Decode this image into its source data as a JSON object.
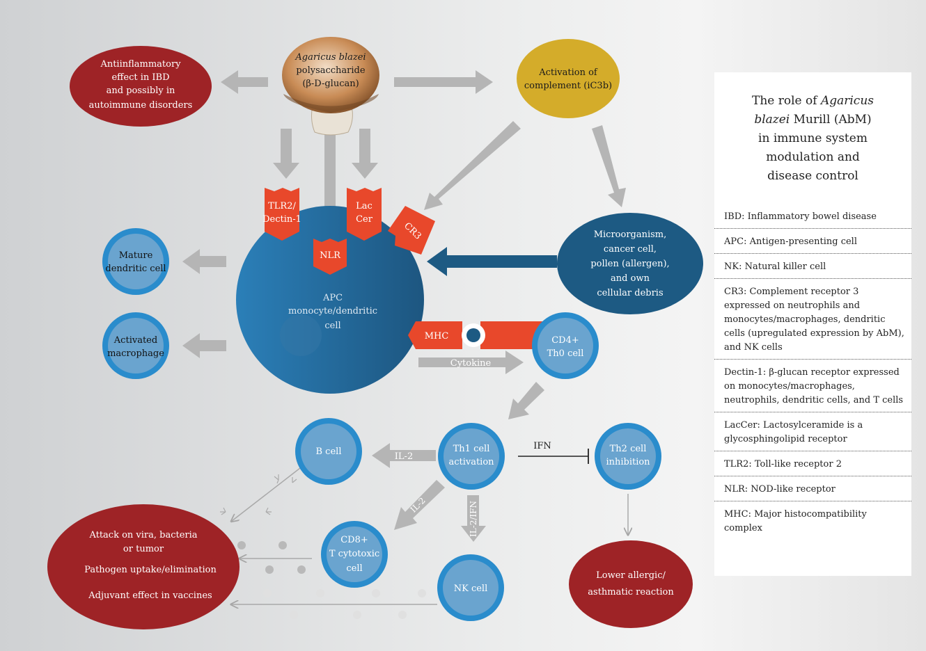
{
  "nodes": {
    "antiinflammatory": [
      "Antiinflammatory",
      "effect in IBD",
      "and possibly in",
      "autoimmune disorders"
    ],
    "mushroom_label": [
      "Agaricus blazei",
      "polysaccharide",
      "(β-D-glucan)"
    ],
    "complement": [
      "Activation of",
      "complement (iC3b)"
    ],
    "tlr2": [
      "TLR2/",
      "Dectin-1"
    ],
    "laccer": [
      "Lac",
      "Cer"
    ],
    "nlr": "NLR",
    "cr3": "CR3",
    "apc": [
      "APC",
      "monocyte/dendritic",
      "cell"
    ],
    "microorganism": [
      "Microorganism,",
      "cancer cell,",
      "pollen (allergen),",
      "and own",
      "cellular debris"
    ],
    "mature_dc": [
      "Mature",
      "dendritic cell"
    ],
    "activated_macrophage": [
      "Activated",
      "macrophage"
    ],
    "mhc": "MHC",
    "cd4": [
      "CD4+",
      "Th0 cell"
    ],
    "cytokine": "Cytokine",
    "b_cell": "B cell",
    "th1": [
      "Th1 cell",
      "activation"
    ],
    "th2": [
      "Th2 cell",
      "inhibition"
    ],
    "ifn": "IFN",
    "il2_b": "IL-2",
    "il2_cd8": "IL-2",
    "il2_ifn": "IL-2/IFN",
    "cd8": [
      "CD8+",
      "T cytotoxic",
      "cell"
    ],
    "nk": "NK cell",
    "attack": [
      "Attack on vira, bacteria",
      "or tumor",
      "Pathogen uptake/elimination",
      "Adjuvant effect in vaccines"
    ],
    "allergic": [
      "Lower allergic/",
      "asthmatic reaction"
    ]
  },
  "legend": {
    "title": [
      "The role of",
      "Agaricus",
      "blazei",
      "Murill (AbM)",
      "in immune system",
      "modulation and",
      "disease control"
    ],
    "items": [
      "IBD: Inflammatory bowel disease",
      "APC: Antigen-presenting cell",
      "NK: Natural killer cell",
      "CR3: Complement receptor 3 expressed on neutrophils and monocytes/macrophages, dendritic cells (upregulated expression by AbM), and NK cells",
      "Dectin-1: β-glucan receptor expressed on monocytes/macrophages, neutrophils, dendritic cells, and T cells",
      "LacCer: Lactosylceramide is a glycosphingolipid receptor",
      "TLR2: Toll-like receptor 2",
      "NLR: NOD-like receptor",
      "MHC: Major histocompatibility complex"
    ]
  },
  "colors": {
    "dark_red": "#9e2326",
    "gold": "#d4ac2a",
    "dark_blue": "#1d5a83",
    "light_blue": "#6aa4cf",
    "ring_blue": "#2a8ccc",
    "orange": "#e8482b",
    "arrow_gray": "#b4b4b4"
  },
  "icons": [
    "mushroom-icon",
    "antibody-icon",
    "arrow-icon",
    "inhibition-icon"
  ]
}
